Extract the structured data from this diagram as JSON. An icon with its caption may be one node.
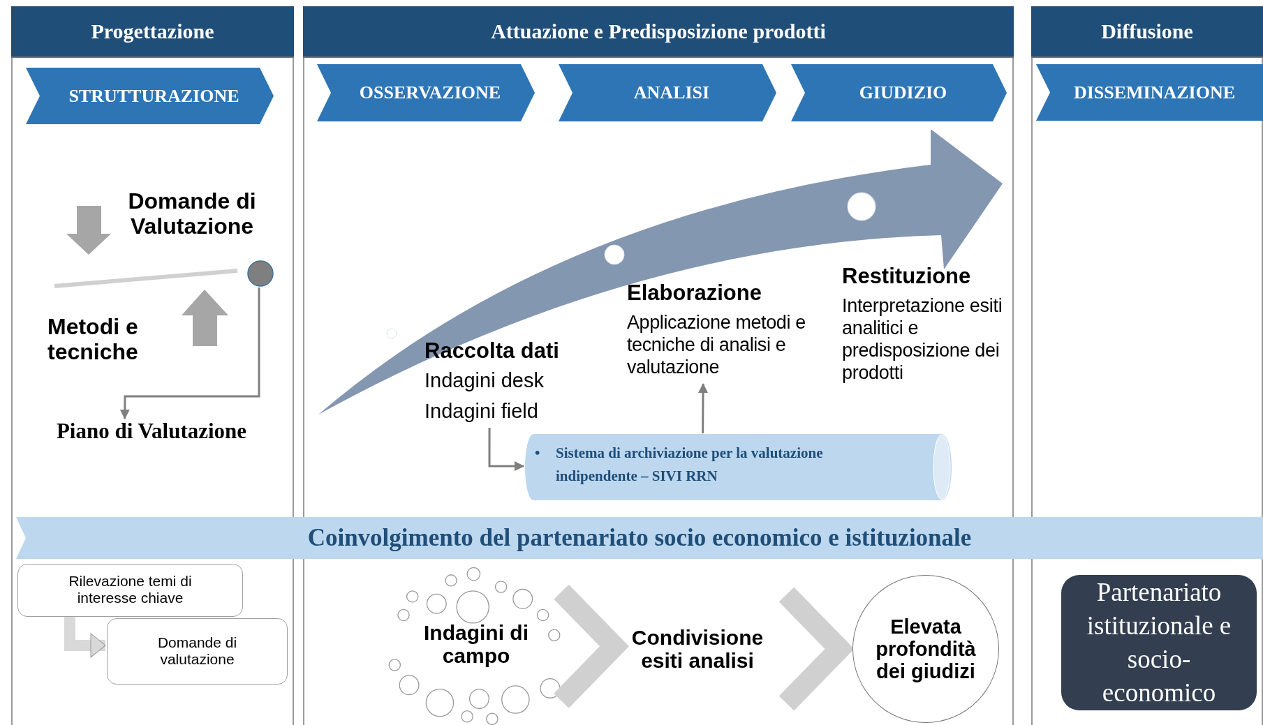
{
  "diagram": {
    "nodes": [
      {
        "text": [
          "Progettazione"
        ]
      },
      {
        "text": [
          "STRUTTURAZIONE"
        ],
        "in": 0
      },
      {
        "text": [],
        "shape": "circle",
        "in": 0
      },
      {
        "text": [
          "Piano di Valutazione"
        ],
        "in": 0
      },
      {
        "text": [
          "Attuazione e Predisposizione prodotti"
        ]
      },
      {
        "text": [
          "OSSERVAZIONE"
        ],
        "in": 4
      },
      {
        "text": [
          "ANALISI"
        ],
        "in": 4
      },
      {
        "text": [
          "GIUDIZIO"
        ],
        "in": 4
      },
      {
        "text": [
          "Raccolta dati",
          "Indagini desk",
          "Indagini field"
        ],
        "in": 4
      },
      {
        "text": [
          "Elaborazione",
          "Applicazione metodi e tecniche di analisi e valutazione"
        ],
        "in": 4
      },
      {
        "text": [
          "•",
          "Sistema di archiviazione per la valutazione indipendente – SIVI RRN"
        ],
        "in": 4
      },
      {
        "text": [
          "Diffusione"
        ]
      },
      {
        "text": [
          "DISSEMINAZIONE"
        ],
        "in": 11
      },
      {
        "text": [
          "Coinvolgimento del partenariato socio economico e istituzionale"
        ]
      },
      {
        "text": [
          "Rilevazione temi di interesse chiave"
        ],
        "in": 0
      },
      {
        "text": [
          "Domande di valutazione"
        ],
        "in": 0
      },
      {
        "text": [
          "Indagini di campo"
        ],
        "in": 4
      },
      {
        "text": [
          "Condivisione esiti analisi"
        ],
        "in": 4
      },
      {
        "text": [
          "Elevata profondità dei giudizi"
        ],
        "in": 4
      },
      {
        "text": [
          "Partenariato istituzionale e socio-economico"
        ],
        "in": 11
      }
    ],
    "edges": [
      {
        "from": 2,
        "to": 3,
        "arrow": "to"
      },
      {
        "from": 8,
        "to": 10,
        "arrow": "to"
      },
      {
        "from": 10,
        "to": 9,
        "arrow": "to"
      },
      {
        "from": 14,
        "to": 15,
        "arrow": "to",
        "style": "thick"
      },
      {
        "from": 16,
        "to": 17,
        "arrow": "to",
        "style": "thick"
      },
      {
        "from": 17,
        "to": 18,
        "arrow": "to",
        "style": "thick"
      }
    ],
    "labels": [
      "Domande di Valutazione",
      "Metodi e tecniche",
      "Restituzione",
      "Interpretazione esiti analitici e predisposizione dei prodotti"
    ]
  }
}
